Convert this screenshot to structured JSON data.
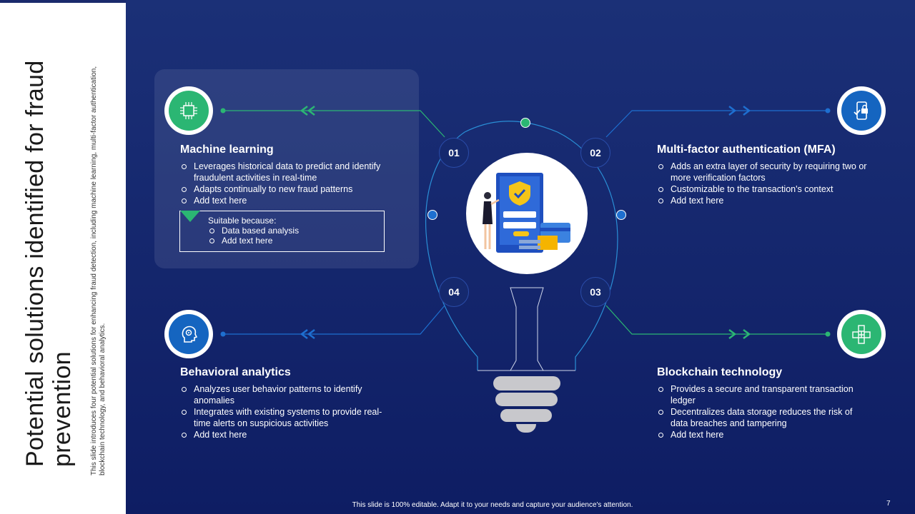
{
  "slide": {
    "title": "Potential solutions identified for fraud prevention",
    "subtitle": "This slide introduces four potential solutions for enhancing fraud detection, including machine learning, multi-factor authentication, blockchain technology, and behavioral analytics.",
    "footer": "This slide is 100% editable.  Adapt it to your needs and capture your audience's attention.",
    "page_number": "7"
  },
  "steps": [
    "01",
    "02",
    "03",
    "04"
  ],
  "solutions": {
    "ml": {
      "title": "Machine learning",
      "bullets": [
        "Leverages  historical data to predict and identify fraudulent  activities in real-time",
        "Adapts continually to new fraud  patterns",
        "Add text here"
      ],
      "suitable_heading": "Suitable because:",
      "suitable_items": [
        "Data based analysis",
        "Add text here"
      ]
    },
    "mfa": {
      "title": "Multi-factor authentication (MFA)",
      "bullets": [
        "Adds an extra layer of security by requiring two or more verification  factors",
        "Customizable to the transaction's context",
        "Add text here"
      ]
    },
    "blockchain": {
      "title": "Blockchain technology",
      "bullets": [
        "Provides  a secure and transparent  transaction ledger",
        "Decentralizes data storage reduces the risk of data breaches and tampering",
        "Add text here"
      ]
    },
    "behavioral": {
      "title": "Behavioral analytics",
      "bullets": [
        "Analyzes user behavior  patterns to identify anomalies",
        "Integrates with existing systems to provide real-time alerts on suspicious activities",
        "Add text here"
      ]
    }
  },
  "icons": {
    "ml": "ai-chip-icon",
    "mfa": "mobile-lock-icon",
    "blockchain": "blockchain-cubes-icon",
    "behavioral": "head-gears-icon"
  },
  "colors": {
    "accent_green": "#2bb673",
    "accent_blue": "#1565c0",
    "background": "#0e1d63"
  }
}
